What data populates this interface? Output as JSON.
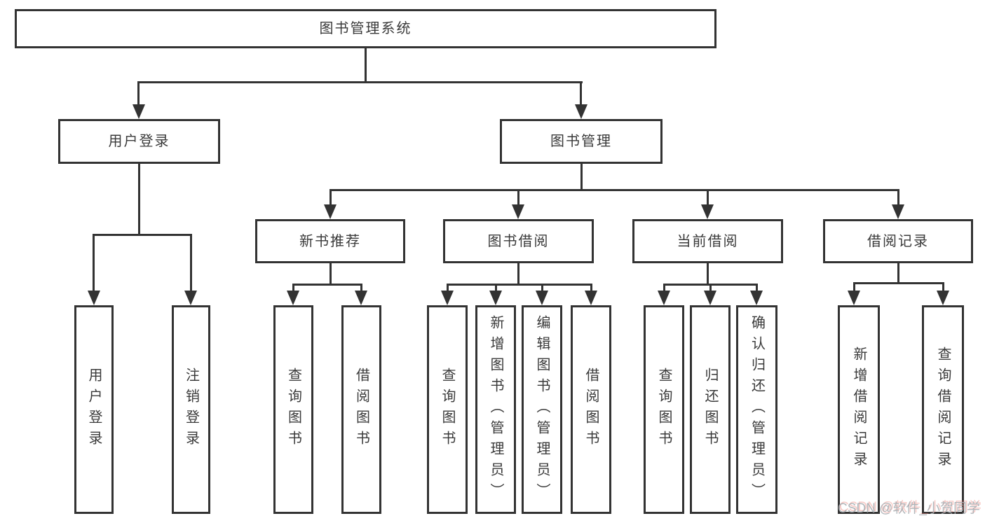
{
  "diagram": {
    "root": {
      "label": "图书管理系统"
    },
    "branches": [
      {
        "label": "用户登录",
        "children": [
          {
            "label": "用户登录"
          },
          {
            "label": "注销登录"
          }
        ]
      },
      {
        "label": "图书管理",
        "children": [
          {
            "label": "新书推荐",
            "children": [
              {
                "label": "查询图书"
              },
              {
                "label": "借阅图书"
              }
            ]
          },
          {
            "label": "图书借阅",
            "children": [
              {
                "label": "查询图书"
              },
              {
                "label": "新增图书（管理员）"
              },
              {
                "label": "编辑图书（管理员）"
              },
              {
                "label": "借阅图书"
              }
            ]
          },
          {
            "label": "当前借阅",
            "children": [
              {
                "label": "查询图书"
              },
              {
                "label": "归还图书"
              },
              {
                "label": "确认归还（管理员）"
              }
            ]
          },
          {
            "label": "借阅记录",
            "children": [
              {
                "label": "新增借阅记录"
              },
              {
                "label": "查询借阅记录"
              }
            ]
          }
        ]
      }
    ],
    "watermark": "CSDN @软件_小贺同学",
    "colors": {
      "line": "#333333",
      "text": "#3a3a3a",
      "box_fill": "#ffffff",
      "background": "#ffffff",
      "watermark_gray": "#a9aeb3",
      "watermark_red_shadow": "#eb786e"
    }
  }
}
